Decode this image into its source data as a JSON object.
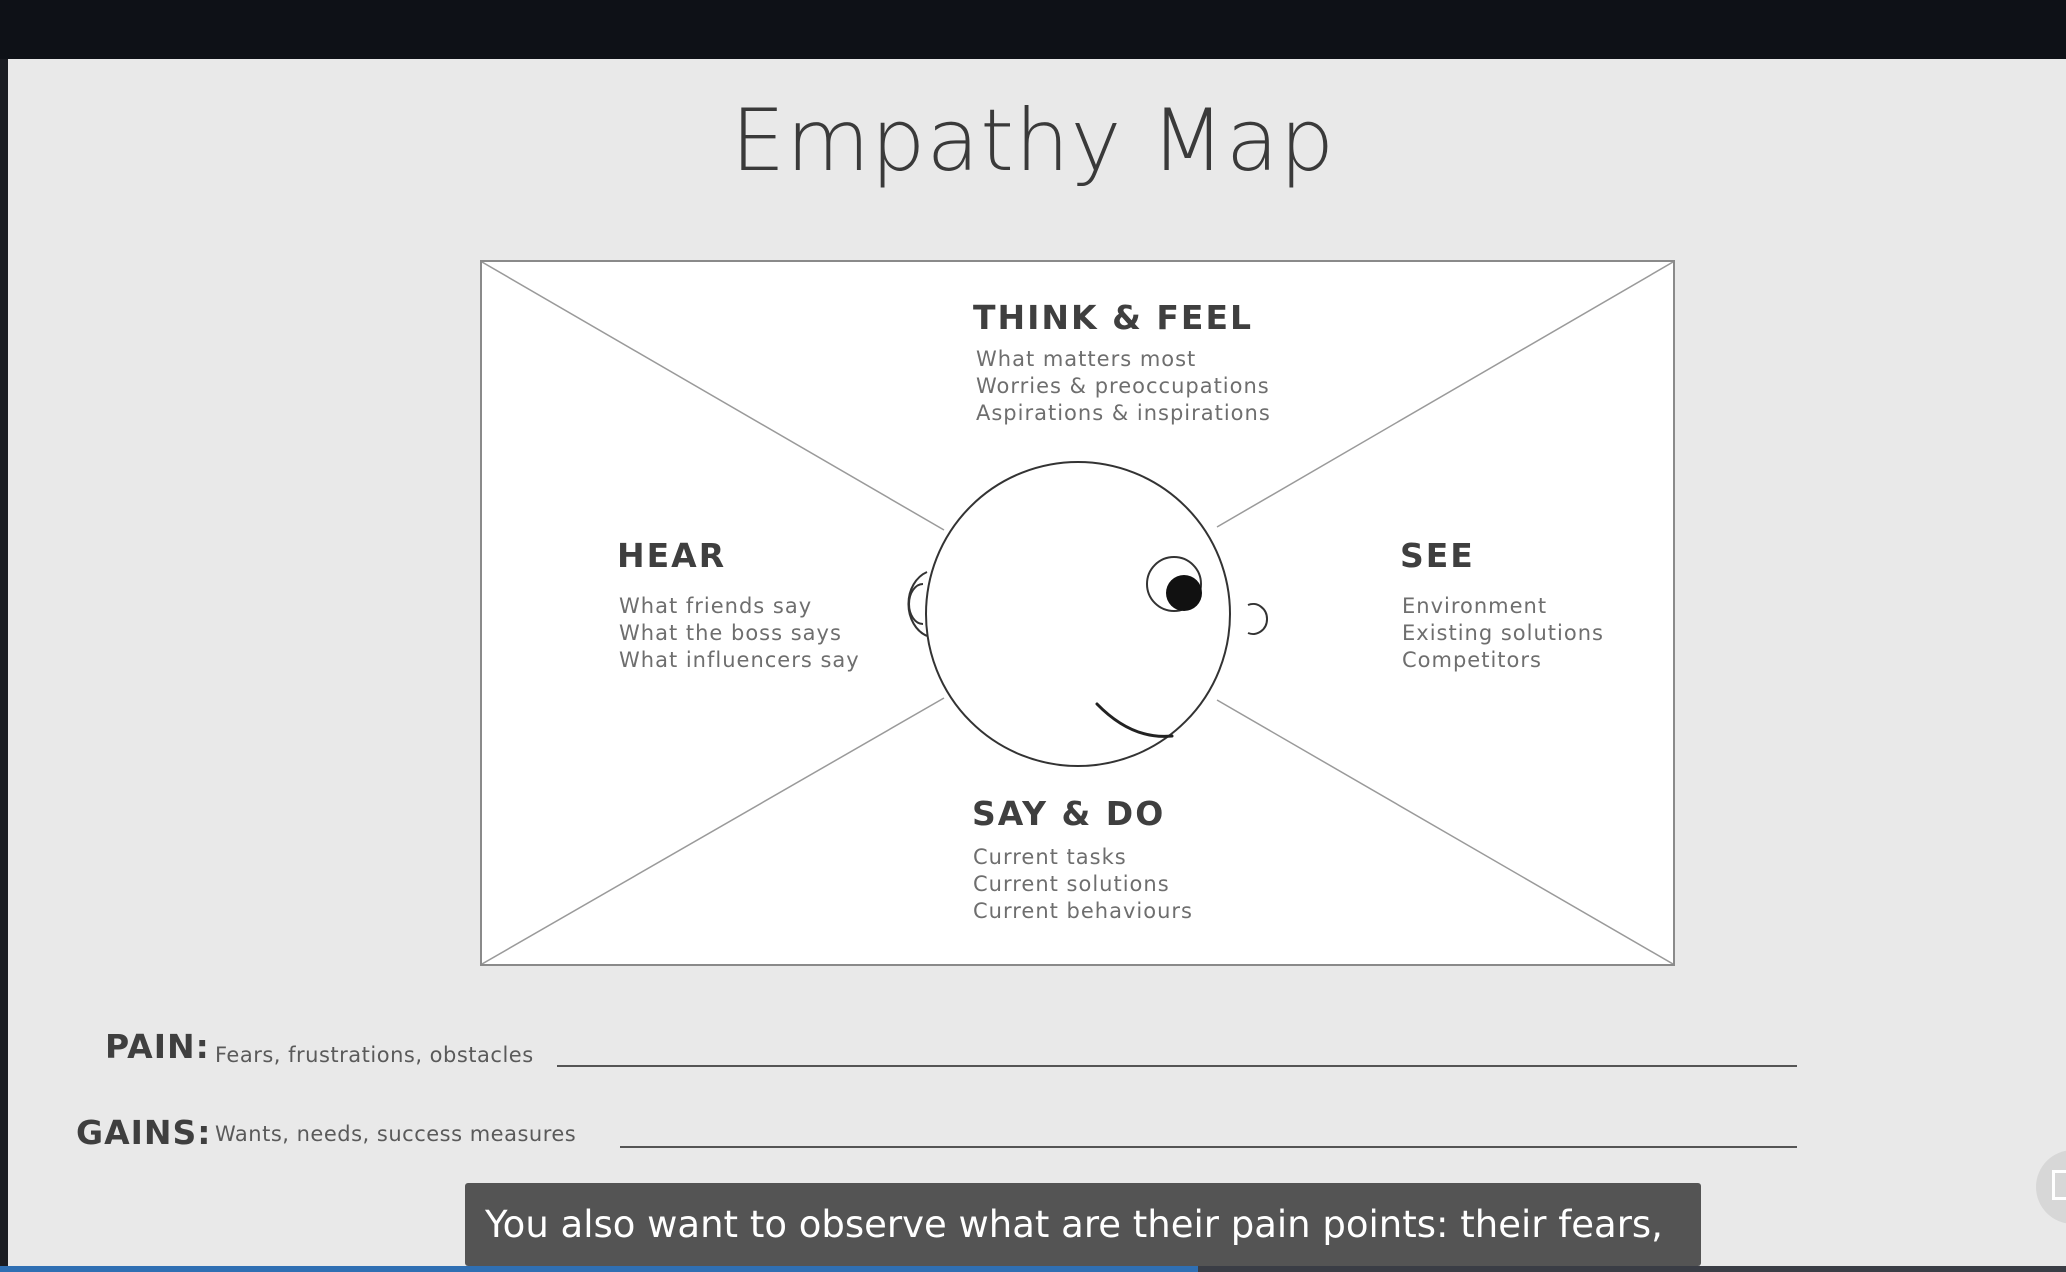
{
  "slide": {
    "title": "Empathy Map"
  },
  "map": {
    "think_feel": {
      "heading": "THINK & FEEL",
      "items": [
        "What matters most",
        "Worries & preoccupations",
        "Aspirations & inspirations"
      ]
    },
    "hear": {
      "heading": "HEAR",
      "items": [
        "What friends say",
        "What the boss says",
        "What influencers say"
      ]
    },
    "see": {
      "heading": "SEE",
      "items": [
        "Environment",
        "Existing solutions",
        "Competitors"
      ]
    },
    "say_do": {
      "heading": "SAY & DO",
      "items": [
        "Current tasks",
        "Current solutions",
        "Current behaviours"
      ]
    }
  },
  "pain": {
    "label": "PAIN:",
    "description": "Fears, frustrations, obstacles"
  },
  "gains": {
    "label": "GAINS:",
    "description": "Wants, needs, success measures"
  },
  "caption": {
    "text": "You also want to observe what are their pain points: their fears,"
  },
  "player": {
    "progress_fraction": 0.58,
    "volume_icon": "speaker-icon"
  },
  "colors": {
    "slide_background": "#e9e9e9",
    "frame_background": "#0e1117",
    "progress_fill": "#2f6fb3",
    "caption_background": "#464646"
  }
}
